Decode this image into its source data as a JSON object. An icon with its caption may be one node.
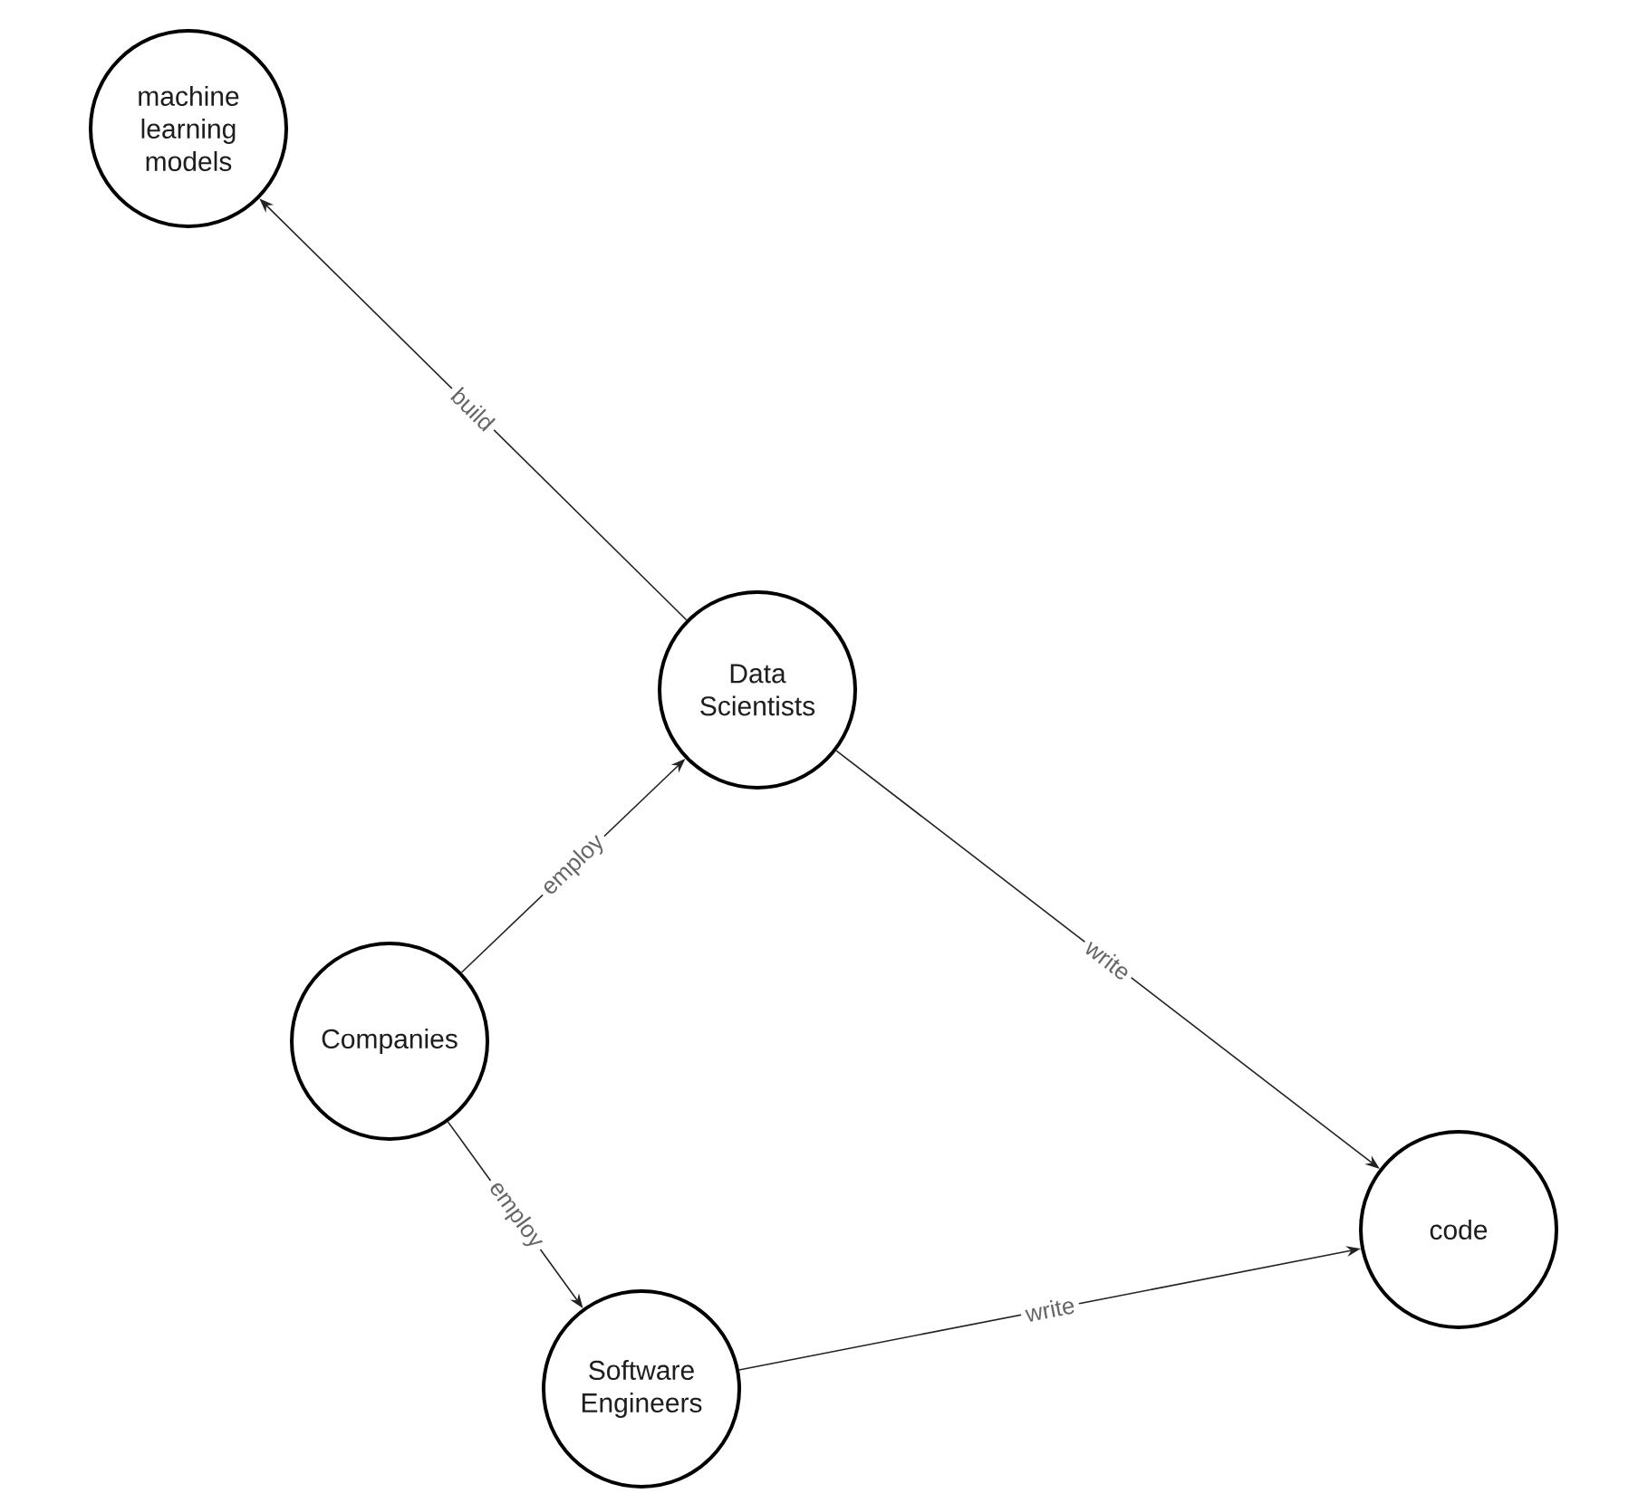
{
  "diagram": {
    "nodes": [
      {
        "text": [
          "machine learning models"
        ]
      },
      {
        "text": [
          "Data Scientists"
        ]
      },
      {
        "text": [
          "Companies"
        ]
      },
      {
        "text": [
          "Software Engineers"
        ]
      },
      {
        "text": [
          "code"
        ]
      }
    ],
    "edges": [
      {
        "from": 1,
        "to": 0,
        "arrow": "to",
        "label": "build"
      },
      {
        "from": 2,
        "to": 1,
        "arrow": "to",
        "label": "employ"
      },
      {
        "from": 1,
        "to": 4,
        "arrow": "to",
        "label": "write"
      },
      {
        "from": 2,
        "to": 3,
        "arrow": "to",
        "label": "employ"
      },
      {
        "from": 3,
        "to": 4,
        "arrow": "to",
        "label": "write"
      }
    ]
  }
}
